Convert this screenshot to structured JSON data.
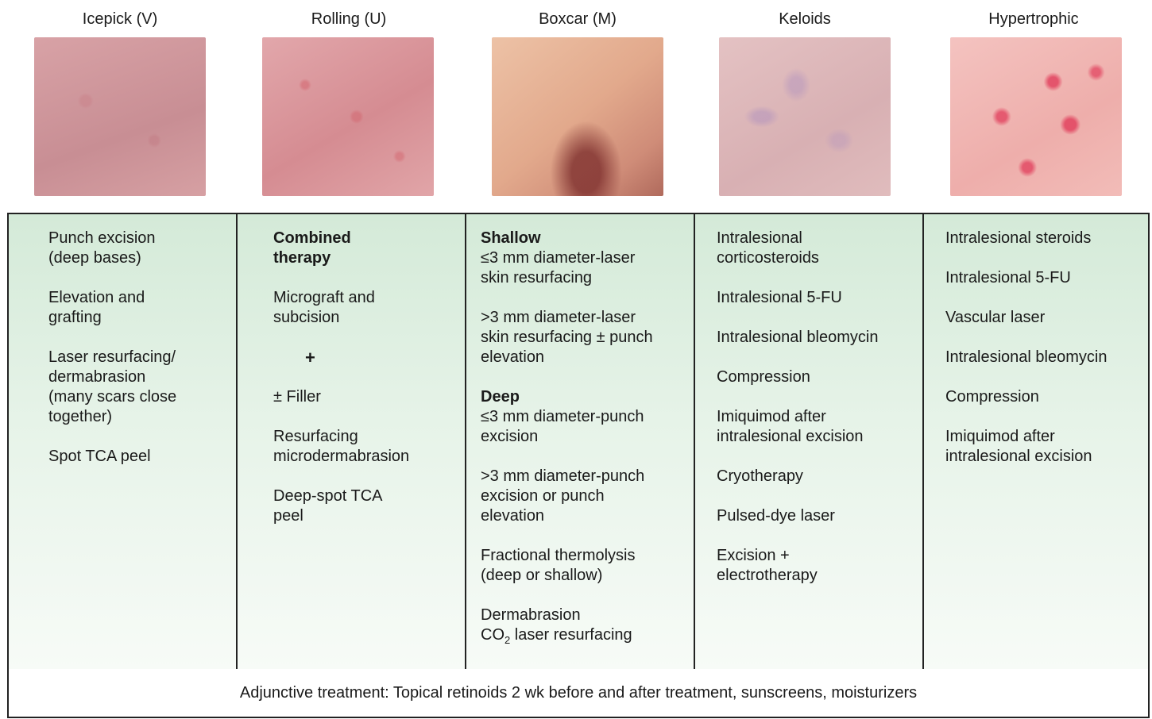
{
  "columns": [
    {
      "title": "Icepick (V)",
      "treatments": [
        {
          "text": "Punch excision\n(deep bases)"
        },
        {
          "text": "Elevation and\ngrafting",
          "gap": true
        },
        {
          "text": "Laser resurfacing/\ndermabrasion\n(many scars close\ntogether)",
          "gap": true
        },
        {
          "text": "Spot TCA peel",
          "gap": true
        }
      ]
    },
    {
      "title": "Rolling (U)",
      "treatments": [
        {
          "text": "Combined\ntherapy",
          "bold": true
        },
        {
          "text": "Micrograft and\nsubcision",
          "gap": true
        },
        {
          "text": "+",
          "plus": true,
          "gap": true
        },
        {
          "text": "± Filler",
          "gap": true
        },
        {
          "text": "Resurfacing\nmicrodermabrasion",
          "gap": true
        },
        {
          "text": "Deep-spot TCA\npeel",
          "gap": true
        }
      ]
    },
    {
      "title": "Boxcar (M)",
      "treatments": [
        {
          "text": "Shallow",
          "bold": true
        },
        {
          "text": "≤3 mm diameter-laser\nskin resurfacing"
        },
        {
          "text": ">3 mm diameter-laser\nskin resurfacing ± punch\nelevation",
          "gap": true
        },
        {
          "text": "Deep",
          "bold": true,
          "gap": true
        },
        {
          "text": "≤3 mm diameter-punch\nexcision"
        },
        {
          "text": ">3 mm diameter-punch\nexcision or punch\nelevation",
          "gap": true
        },
        {
          "text": "Fractional thermolysis\n(deep or shallow)",
          "gap": true
        },
        {
          "text": "Dermabrasion",
          "gap": true
        },
        {
          "text": "CO",
          "sub": "2",
          "suffix": " laser resurfacing"
        }
      ]
    },
    {
      "title": "Keloids",
      "treatments": [
        {
          "text": "Intralesional\ncorticosteroids"
        },
        {
          "text": "Intralesional 5-FU",
          "gap": true
        },
        {
          "text": "Intralesional bleomycin",
          "gap": true
        },
        {
          "text": "Compression",
          "gap": true
        },
        {
          "text": "Imiquimod after\nintralesional excision",
          "gap": true
        },
        {
          "text": "Cryotherapy",
          "gap": true
        },
        {
          "text": "Pulsed-dye laser",
          "gap": true
        },
        {
          "text": "Excision +\nelectrotherapy",
          "gap": true
        }
      ]
    },
    {
      "title": "Hypertrophic",
      "treatments": [
        {
          "text": "Intralesional steroids"
        },
        {
          "text": "Intralesional 5-FU",
          "gap": true
        },
        {
          "text": "Vascular laser",
          "gap": true
        },
        {
          "text": "Intralesional bleomycin",
          "gap": true
        },
        {
          "text": "Compression",
          "gap": true
        },
        {
          "text": "Imiquimod after\nintralesional excision",
          "gap": true
        }
      ]
    }
  ],
  "footer": "Adjunctive treatment: Topical retinoids 2 wk before and after treatment, sunscreens, moisturizers",
  "colors": {
    "border": "#222222",
    "cell_top": "#d4ead8",
    "cell_bottom": "#f7fbf7"
  }
}
